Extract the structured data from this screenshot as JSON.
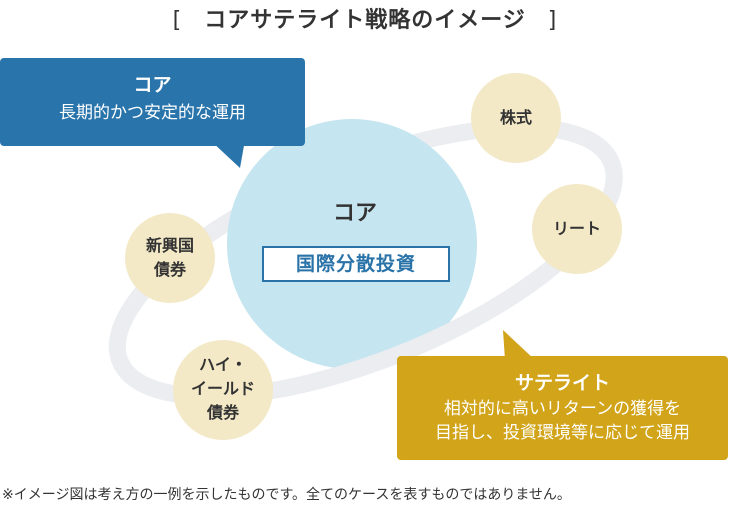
{
  "title": {
    "open_bracket": "[",
    "text": "コアサテライト戦略のイメージ",
    "close_bracket": "]"
  },
  "core_bubble": {
    "title": "コア",
    "text": "長期的かつ安定的な運用",
    "color": "#2874ab"
  },
  "core_circle": {
    "title": "コア",
    "box_label": "国際分散投資",
    "fill": "#c5e6f0",
    "box_border": "#2a73a8"
  },
  "satellites": [
    {
      "id": "stocks",
      "lines": [
        "株式"
      ]
    },
    {
      "id": "reit",
      "lines": [
        "リート"
      ]
    },
    {
      "id": "emerging-bonds",
      "lines": [
        "新興国",
        "債券"
      ]
    },
    {
      "id": "high-yield-bonds",
      "lines": [
        "ハイ・",
        "イールド",
        "債券"
      ]
    }
  ],
  "satellite_fill": "#f3e9c7",
  "orbit_color": "#ebedf0",
  "satellite_bubble": {
    "title": "サテライト",
    "lines": [
      "相対的に高いリターンの獲得を",
      "目指し、投資環境等に応じて運用"
    ],
    "color": "#d1a419"
  },
  "footnote": "※イメージ図は考え方の一例を示したものです。全てのケースを表すものではありません。"
}
